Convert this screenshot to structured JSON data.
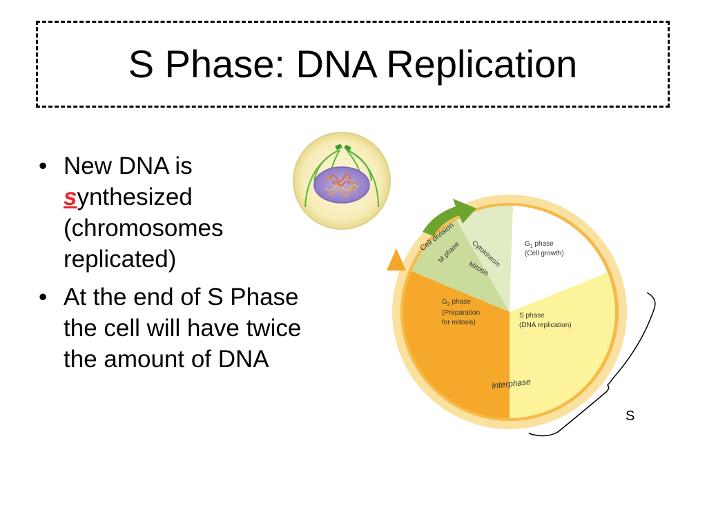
{
  "title": "S Phase: DNA Replication",
  "bullets": {
    "one": {
      "symbol": "•",
      "line1": "New DNA is",
      "highlight_letter": "s",
      "line2_rest": "ynthesized",
      "line3": "(chromosomes",
      "line4": "replicated)"
    },
    "two": {
      "symbol": "•",
      "line1": "At the end of S Phase",
      "line2": "the cell will have twice",
      "line3": "the amount of DNA"
    }
  },
  "diagram": {
    "cell_division": "Cell division",
    "m_phase": "M phase",
    "cytokinesis": "Cytokinesis",
    "mitosis": "Mitosis",
    "g1_name": "G",
    "g1_sub": "1",
    "g1_rest": " phase",
    "g1_desc": "(Cell growth)",
    "s_name": "S phase",
    "s_desc": "(DNA replication)",
    "g2_name": "G",
    "g2_sub": "2",
    "g2_rest": " phase",
    "g2_desc1": "(Preparation",
    "g2_desc2": "for mitosis)",
    "interphase": "Interphase",
    "brace_label": "S"
  },
  "colors": {
    "highlight": "#e8262b",
    "ring_orange": "#f6b94a",
    "g1_fill": "#ffffff",
    "s_fill": "#fdf39a",
    "g2_fill": "#f5a82a",
    "m_fill": "#c9dc9c",
    "arrow_green": "#6da42e"
  }
}
